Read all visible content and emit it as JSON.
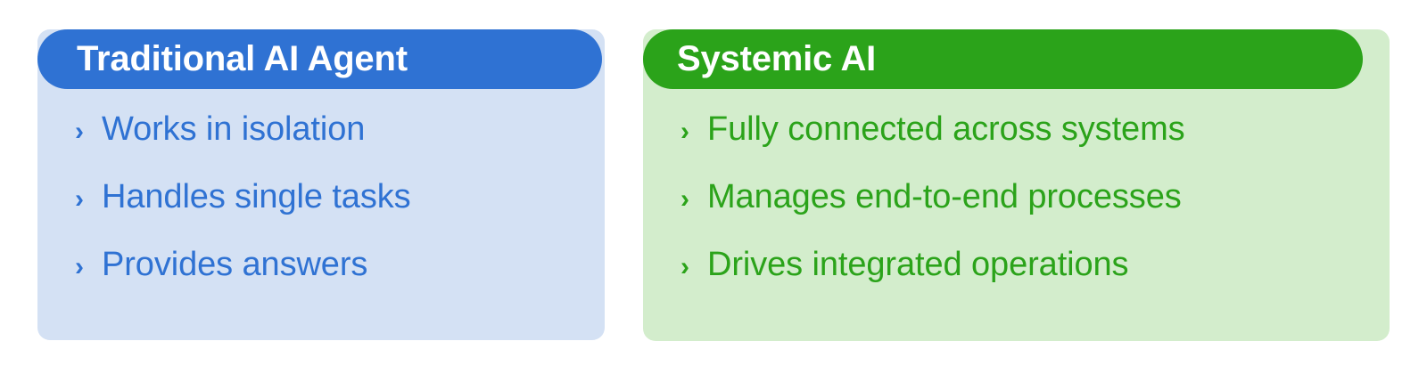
{
  "layout": {
    "background_color": "#ffffff",
    "card_count": 2
  },
  "cards": [
    {
      "id": "traditional-ai-agent",
      "title": "Traditional AI Agent",
      "header_color": "#2f72d3",
      "body_color": "#d4e1f4",
      "text_color": "#2f72d3",
      "bullet_icon": "chevron-right-icon",
      "bullet_glyph": "›",
      "items": [
        {
          "label": "Works in isolation"
        },
        {
          "label": "Handles single tasks"
        },
        {
          "label": "Provides answers"
        }
      ]
    },
    {
      "id": "systemic-ai",
      "title": "Systemic AI",
      "header_color": "#2ba31a",
      "body_color": "#d3edcc",
      "text_color": "#2ba31a",
      "bullet_icon": "chevron-right-icon",
      "bullet_glyph": "›",
      "items": [
        {
          "label": "Fully connected across systems"
        },
        {
          "label": "Manages end-to-end processes"
        },
        {
          "label": "Drives integrated operations"
        }
      ]
    }
  ]
}
